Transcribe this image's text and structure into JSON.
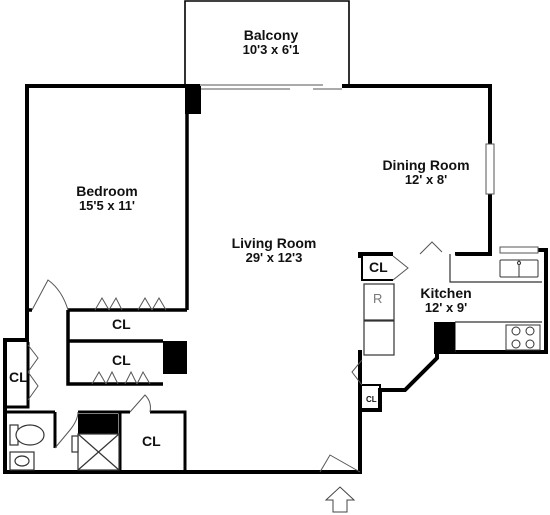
{
  "rooms": {
    "balcony": {
      "name": "Balcony",
      "dims": "10'3 x 6'1"
    },
    "bedroom": {
      "name": "Bedroom",
      "dims": "15'5 x 11'"
    },
    "living_room": {
      "name": "Living Room",
      "dims": "29' x 12'3"
    },
    "dining_room": {
      "name": "Dining Room",
      "dims": "12' x 8'"
    },
    "kitchen": {
      "name": "Kitchen",
      "dims": "12' x 9'"
    }
  },
  "closets": {
    "cl_bedroom_1": "CL",
    "cl_bedroom_2": "CL",
    "cl_hall_left": "CL",
    "cl_bath": "CL",
    "cl_kitchen": "CL",
    "cl_small": "CL"
  },
  "fixtures": {
    "refrigerator": "R"
  },
  "colors": {
    "wall": "#000000",
    "background": "#ffffff",
    "line": "#444444"
  }
}
